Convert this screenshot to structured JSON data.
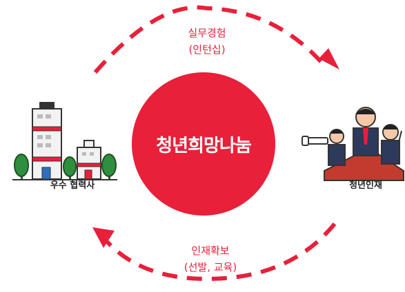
{
  "center": {
    "title": "청년희망나눔"
  },
  "top_flow": {
    "line1": "실무경험",
    "line2": "(인턴십)"
  },
  "bottom_flow": {
    "line1": "인재확보",
    "line2": "(선발, 교육)"
  },
  "left_party": {
    "label": "우수 협력사",
    "icon": "office-buildings-icon"
  },
  "right_party": {
    "label": "청년인재",
    "icon": "young-talent-group-icon"
  },
  "colors": {
    "accent": "#e8203a",
    "navy": "#2d3a5c",
    "tree": "#2f8f3e"
  }
}
